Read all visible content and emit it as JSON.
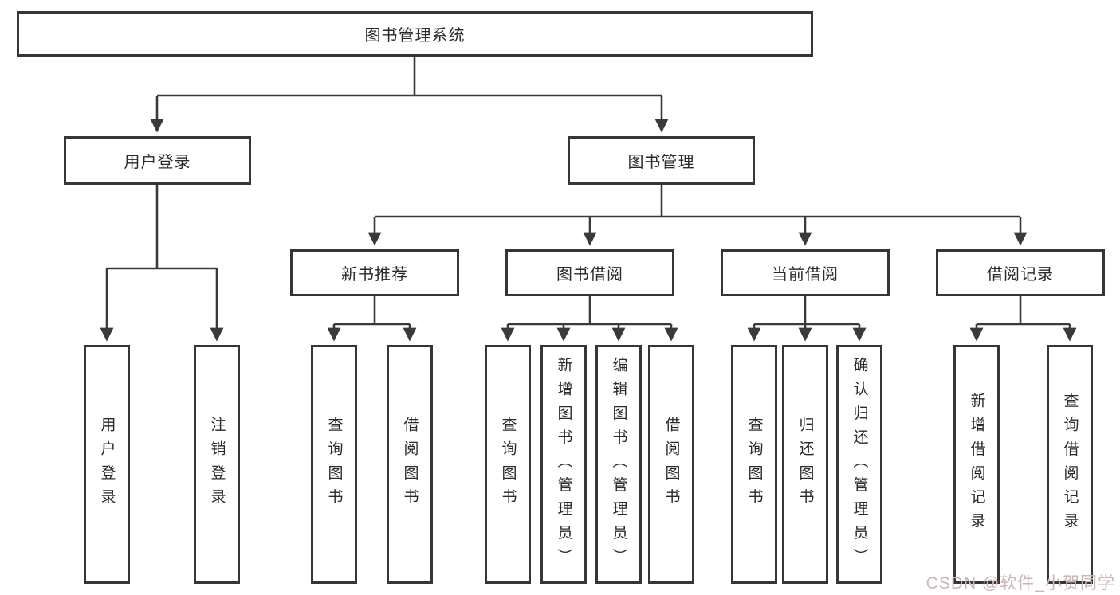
{
  "diagram": {
    "root": {
      "label": "图书管理系统"
    },
    "branches": [
      {
        "label": "用户登录",
        "children": [
          {
            "label": "用户登录"
          },
          {
            "label": "注销登录"
          }
        ]
      },
      {
        "label": "图书管理",
        "children": [
          {
            "label": "新书推荐",
            "children": [
              {
                "label": "查询图书"
              },
              {
                "label": "借阅图书"
              }
            ]
          },
          {
            "label": "图书借阅",
            "children": [
              {
                "label": "查询图书"
              },
              {
                "label": "新增图书（管理员）"
              },
              {
                "label": "编辑图书（管理员）"
              },
              {
                "label": "借阅图书"
              }
            ]
          },
          {
            "label": "当前借阅",
            "children": [
              {
                "label": "查询图书"
              },
              {
                "label": "归还图书"
              },
              {
                "label": "确认归还（管理员）"
              }
            ]
          },
          {
            "label": "借阅记录",
            "children": [
              {
                "label": "新增借阅记录"
              },
              {
                "label": "查询借阅记录"
              }
            ]
          }
        ]
      }
    ],
    "watermark": "CSDN @软件_小贺同学",
    "colors": {
      "line": "#3a3a3a",
      "box_border": "#363636",
      "box_fill": "#ffffff",
      "text": "#2a2a2a",
      "watermark": "#c9b6b6",
      "background": "#ffffff"
    }
  }
}
